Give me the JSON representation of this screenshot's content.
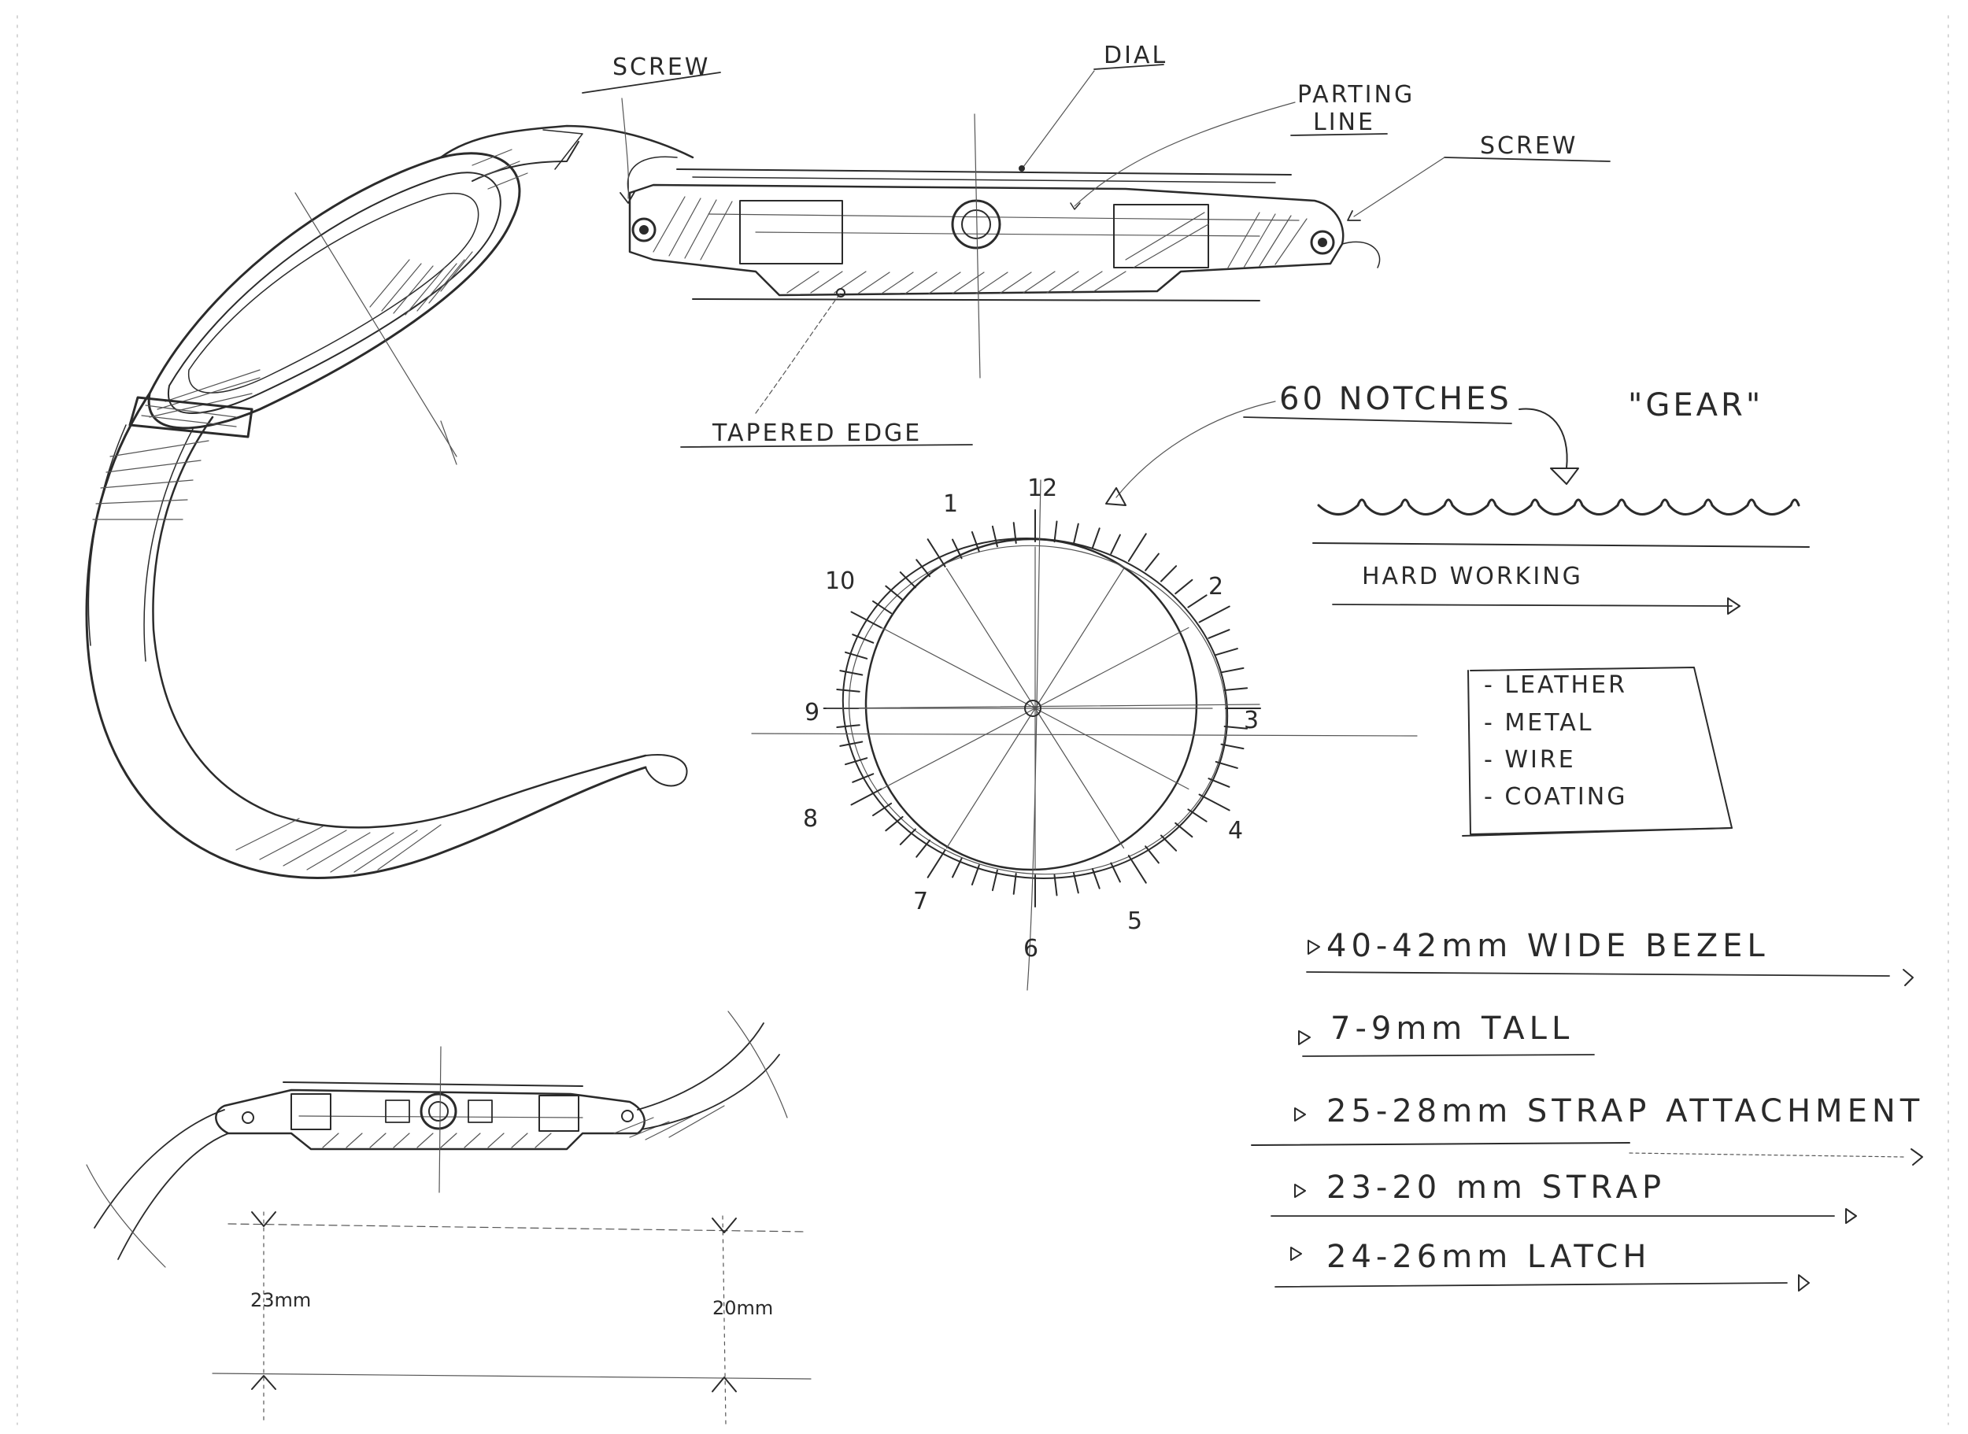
{
  "labels": {
    "screw_left": "SCREW",
    "dial": "DIAL",
    "parting_line_1": "PARTING",
    "parting_line_2": "LINE",
    "screw_right": "SCREW",
    "tapered_edge": "TAPERED EDGE",
    "notches": "60 NOTCHES",
    "gear": "\"GEAR\"",
    "hard_working": "HARD WORKING"
  },
  "dial_numerals": [
    "12",
    "1",
    "2",
    "3",
    "4",
    "5",
    "6",
    "7",
    "8",
    "9",
    "10"
  ],
  "materials": [
    "- LEATHER",
    "- METAL",
    "- WIRE",
    "- COATING"
  ],
  "specs": [
    "40-42mm WIDE BEZEL",
    "7-9mm TALL",
    "25-28mm STRAP ATTACHMENT",
    "23-20 mm STRAP",
    "24-26mm LATCH"
  ],
  "dimensions": {
    "left": "23mm",
    "right": "20mm"
  }
}
